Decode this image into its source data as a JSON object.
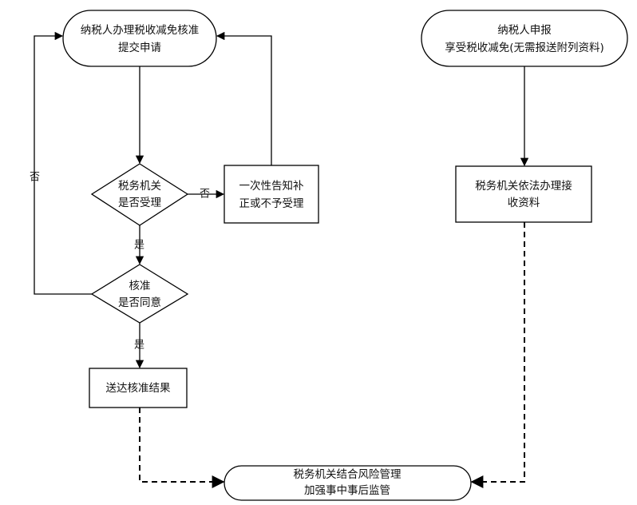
{
  "nodes": {
    "apply": {
      "line1": "纳税人办理税收减免核准",
      "line2": "提交申请"
    },
    "declare": {
      "line1": "纳税人申报",
      "line2": "享受税收减免(无需报送附列资料)"
    },
    "accept_q": {
      "line1": "税务机关",
      "line2": "是否受理"
    },
    "notify": {
      "line1": "一次性告知补",
      "line2": "正或不予受理"
    },
    "collect": {
      "line1": "税务机关依法办理接",
      "line2": "收资料"
    },
    "approve_q": {
      "line1": "核准",
      "line2": "是否同意"
    },
    "deliver": {
      "line1": "送达核准结果"
    },
    "supervise": {
      "line1": "税务机关结合风险管理",
      "line2": "加强事中事后监管"
    }
  },
  "edges": {
    "accept_no": "否",
    "accept_yes": "是",
    "approve_yes": "是",
    "approve_no": "否"
  }
}
